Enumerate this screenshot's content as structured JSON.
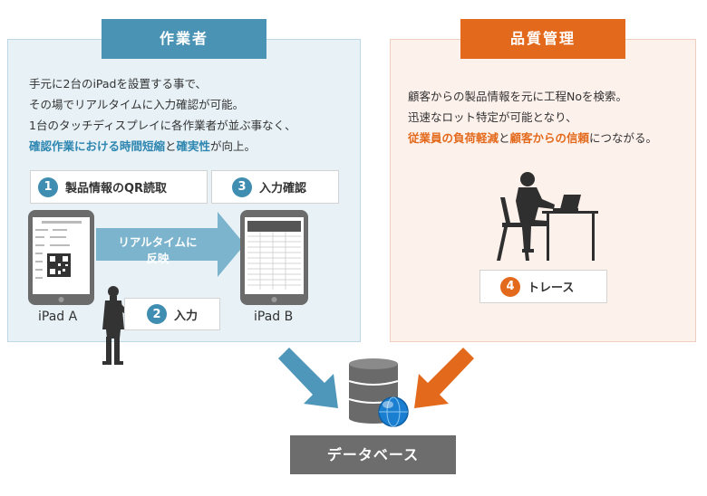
{
  "worker": {
    "title": "作業者",
    "desc_line1": "手元に2台のiPadを設置する事で、",
    "desc_line2": "その場でリアルタイムに入力確認が可能。",
    "desc_line3": "1台のタッチディスプレイに各作業者が並ぶ事なく、",
    "desc_line4_hl1": "確認作業における時間短縮",
    "desc_line4_mid": "と",
    "desc_line4_hl2": "確実性",
    "desc_line4_end": "が向上。",
    "step1": {
      "num": "1",
      "label": "製品情報のQR読取"
    },
    "step2": {
      "num": "2",
      "label": "入力"
    },
    "step3": {
      "num": "3",
      "label": "入力確認"
    },
    "sync_line1": "リアルタイムに",
    "sync_line2": "反映",
    "ipad_a": "iPad A",
    "ipad_b": "iPad B"
  },
  "quality": {
    "title": "品質管理",
    "desc_line1": "顧客からの製品情報を元に工程Noを検索。",
    "desc_line2": "迅速なロット特定が可能となり、",
    "desc_line3_hl1": "従業員の負荷軽減",
    "desc_line3_mid": "と",
    "desc_line3_hl2": "顧客からの信頼",
    "desc_line3_end": "につながる。",
    "step4": {
      "num": "4",
      "label": "トレース"
    }
  },
  "database": {
    "label": "データベース"
  },
  "colors": {
    "blue": "#4a93b4",
    "orange": "#e36a1c",
    "gray": "#6d6d6d"
  }
}
